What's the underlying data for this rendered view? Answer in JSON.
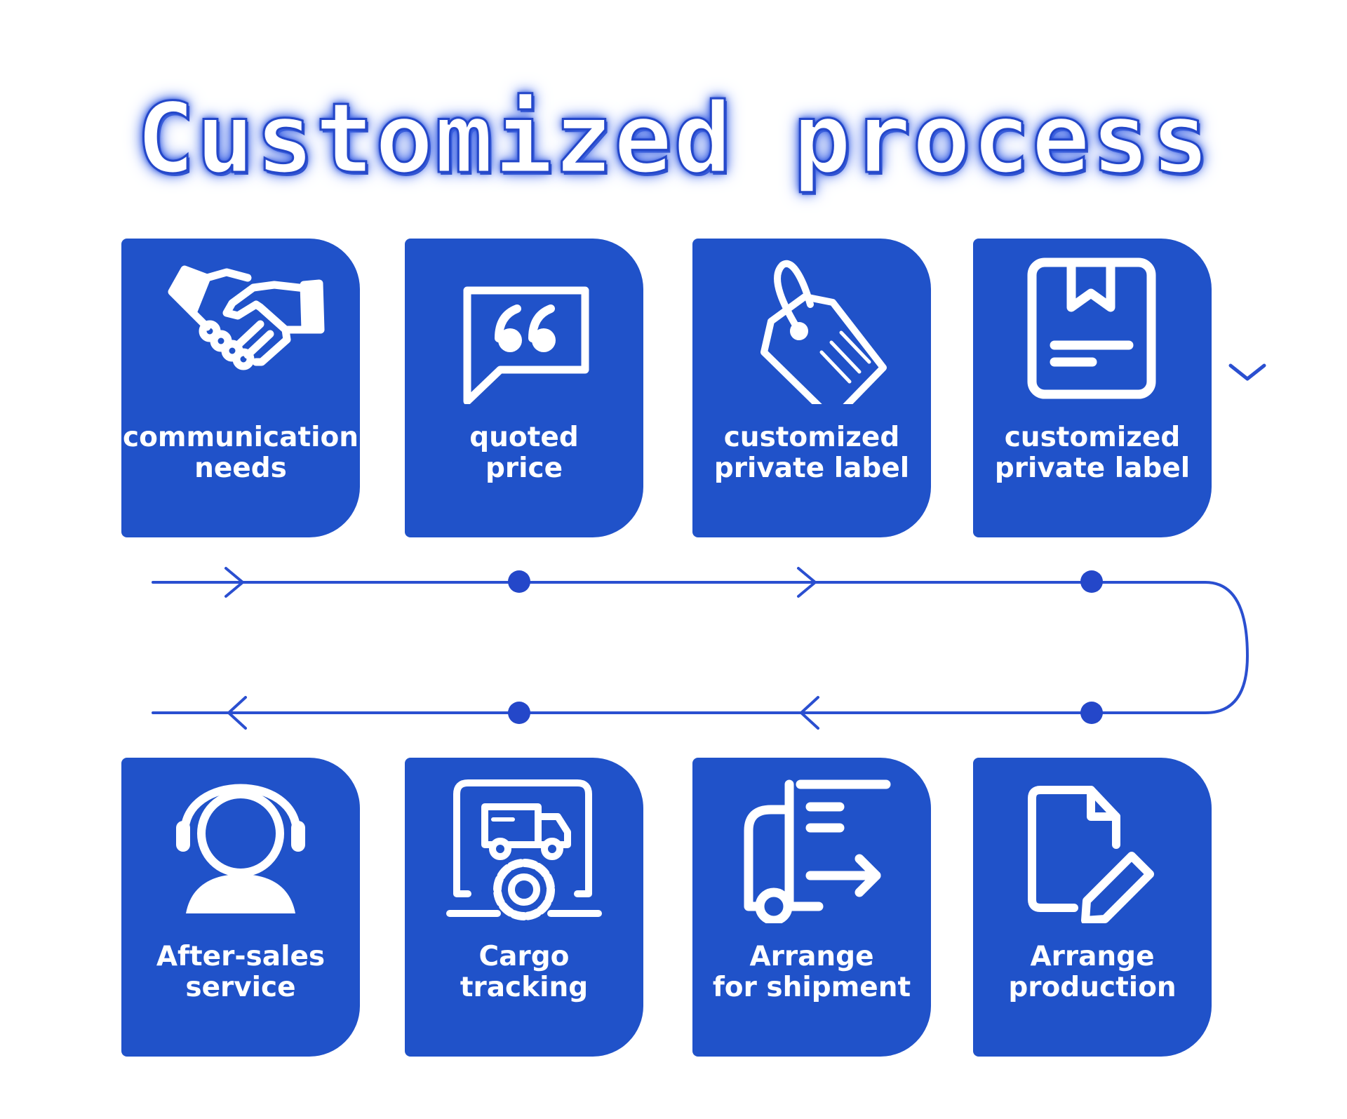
{
  "title": "Customized process",
  "colors": {
    "card": "#2052c9",
    "line": "#2a4fd0",
    "title_glow": "#2f55d8"
  },
  "steps_top": [
    {
      "icon": "handshake-icon",
      "line1": "communication",
      "line2": "needs"
    },
    {
      "icon": "quote-bubble-icon",
      "line1": "quoted",
      "line2": "price"
    },
    {
      "icon": "price-tag-icon",
      "line1": "customized",
      "line2": "private label"
    },
    {
      "icon": "package-box-icon",
      "line1": "customized",
      "line2": "private label"
    }
  ],
  "steps_bottom": [
    {
      "icon": "headset-support-icon",
      "line1": "After-sales",
      "line2": "service"
    },
    {
      "icon": "truck-monitor-gear-icon",
      "line1": "Cargo",
      "line2": "tracking"
    },
    {
      "icon": "truck-shipment-icon",
      "line1": "Arrange",
      "line2": "for shipment"
    },
    {
      "icon": "document-edit-icon",
      "line1": "Arrange",
      "line2": "production"
    }
  ]
}
